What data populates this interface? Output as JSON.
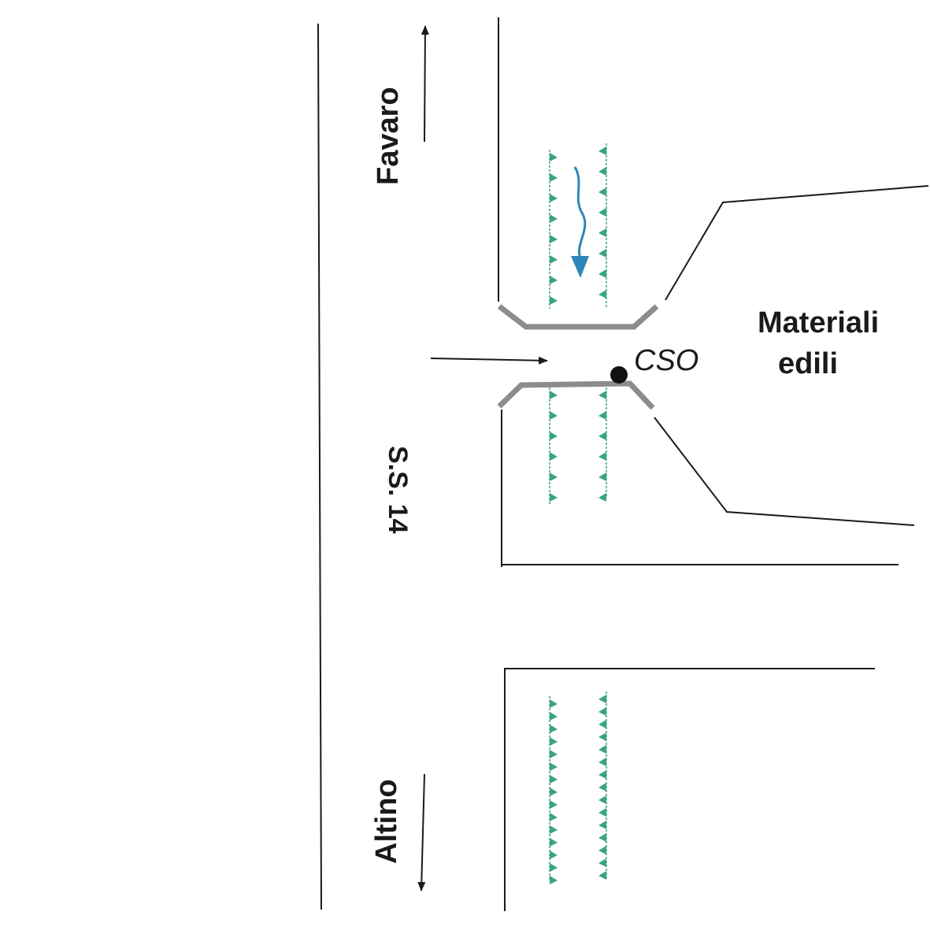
{
  "labels": {
    "favaro": "Favaro",
    "altino": "Altino",
    "road": "S.S. 14",
    "cso": "CSO",
    "site_line1": "Materiali",
    "site_line2": "edili"
  },
  "colors": {
    "line": "#1a1a1a",
    "culvert": "#8c8c8c",
    "vegetation": "#3aa57a",
    "flow": "#2f86b8"
  },
  "icons": {
    "vegetation": "grass-bank-icon",
    "flow": "water-flow-arrow-icon",
    "outfall": "outfall-point-icon"
  }
}
